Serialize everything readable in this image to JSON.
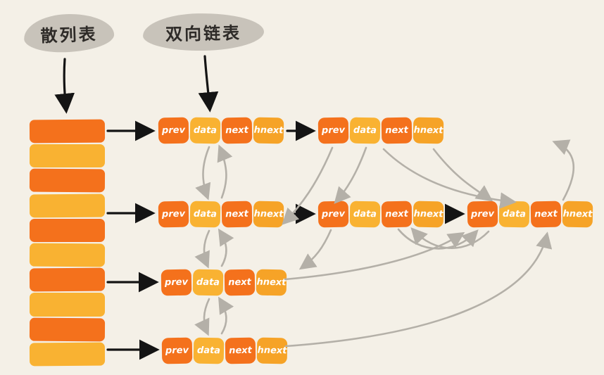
{
  "background_color": "#f4f0e7",
  "palette": {
    "orange": "#f4711c",
    "amber": "#f9b232",
    "amber_deep": "#f6a327",
    "blob_gray": "#c8c3ba",
    "ink": "#2e2b28",
    "black_arrow": "#141414",
    "gray_arrow": "#b4b0a8",
    "cell_text": "#ffffff"
  },
  "callouts": {
    "hash_table": "散列表",
    "doubly_linked_list": "双向链表"
  },
  "cell_labels": [
    "prev",
    "data",
    "next",
    "hnext"
  ],
  "hash_table": {
    "stripe_count": 10
  },
  "nodes": [
    {
      "id": "A",
      "row": 1
    },
    {
      "id": "B",
      "row": 1
    },
    {
      "id": "C",
      "row": 2
    },
    {
      "id": "D",
      "row": 2
    },
    {
      "id": "E",
      "row": 2
    },
    {
      "id": "F",
      "row": 3
    },
    {
      "id": "G",
      "row": 4
    }
  ]
}
